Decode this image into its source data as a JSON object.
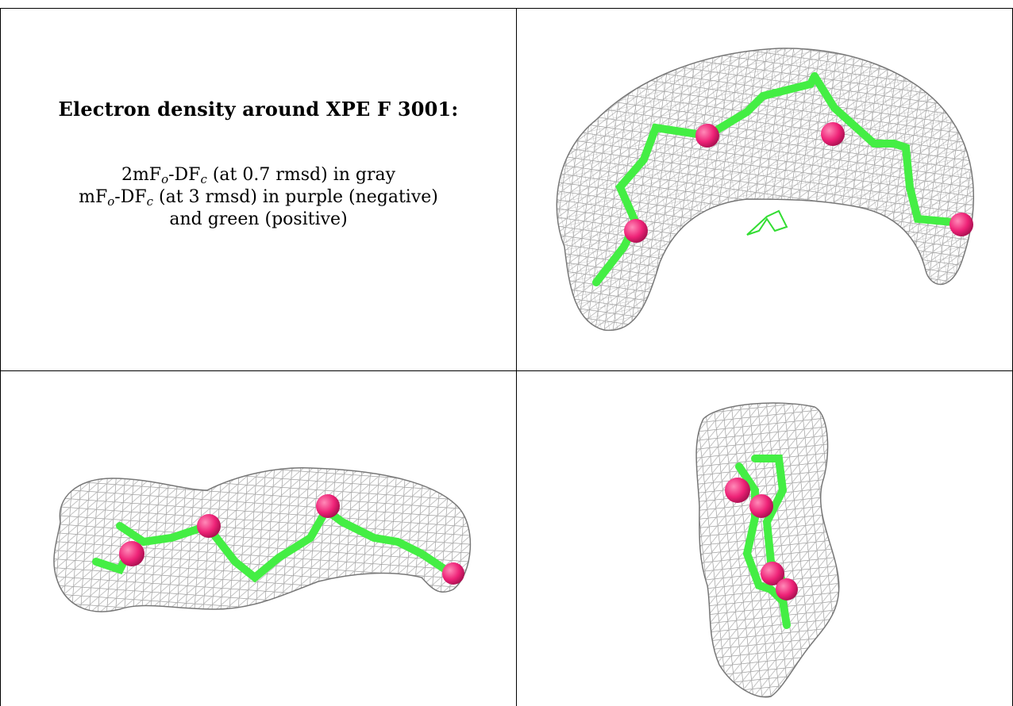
{
  "title": "Electron density around XPE F 3001:",
  "caption": {
    "line1_a": "2mF",
    "line1_sub1": "o",
    "line1_b": "-DF",
    "line1_sub2": "c",
    "line1_c": " (at 0.7 rmsd) in gray",
    "line2_a": "mF",
    "line2_sub1": "o",
    "line2_b": "-DF",
    "line2_sub2": "c",
    "line2_c": " (at 3 rmsd) in purple (negative)",
    "line3": "and green (positive)"
  },
  "colors": {
    "mesh": "#8a8a8a",
    "carbon": "#44ee44",
    "oxygen": "#ee2277"
  },
  "views": [
    "top-view",
    "side-view",
    "end-view"
  ]
}
